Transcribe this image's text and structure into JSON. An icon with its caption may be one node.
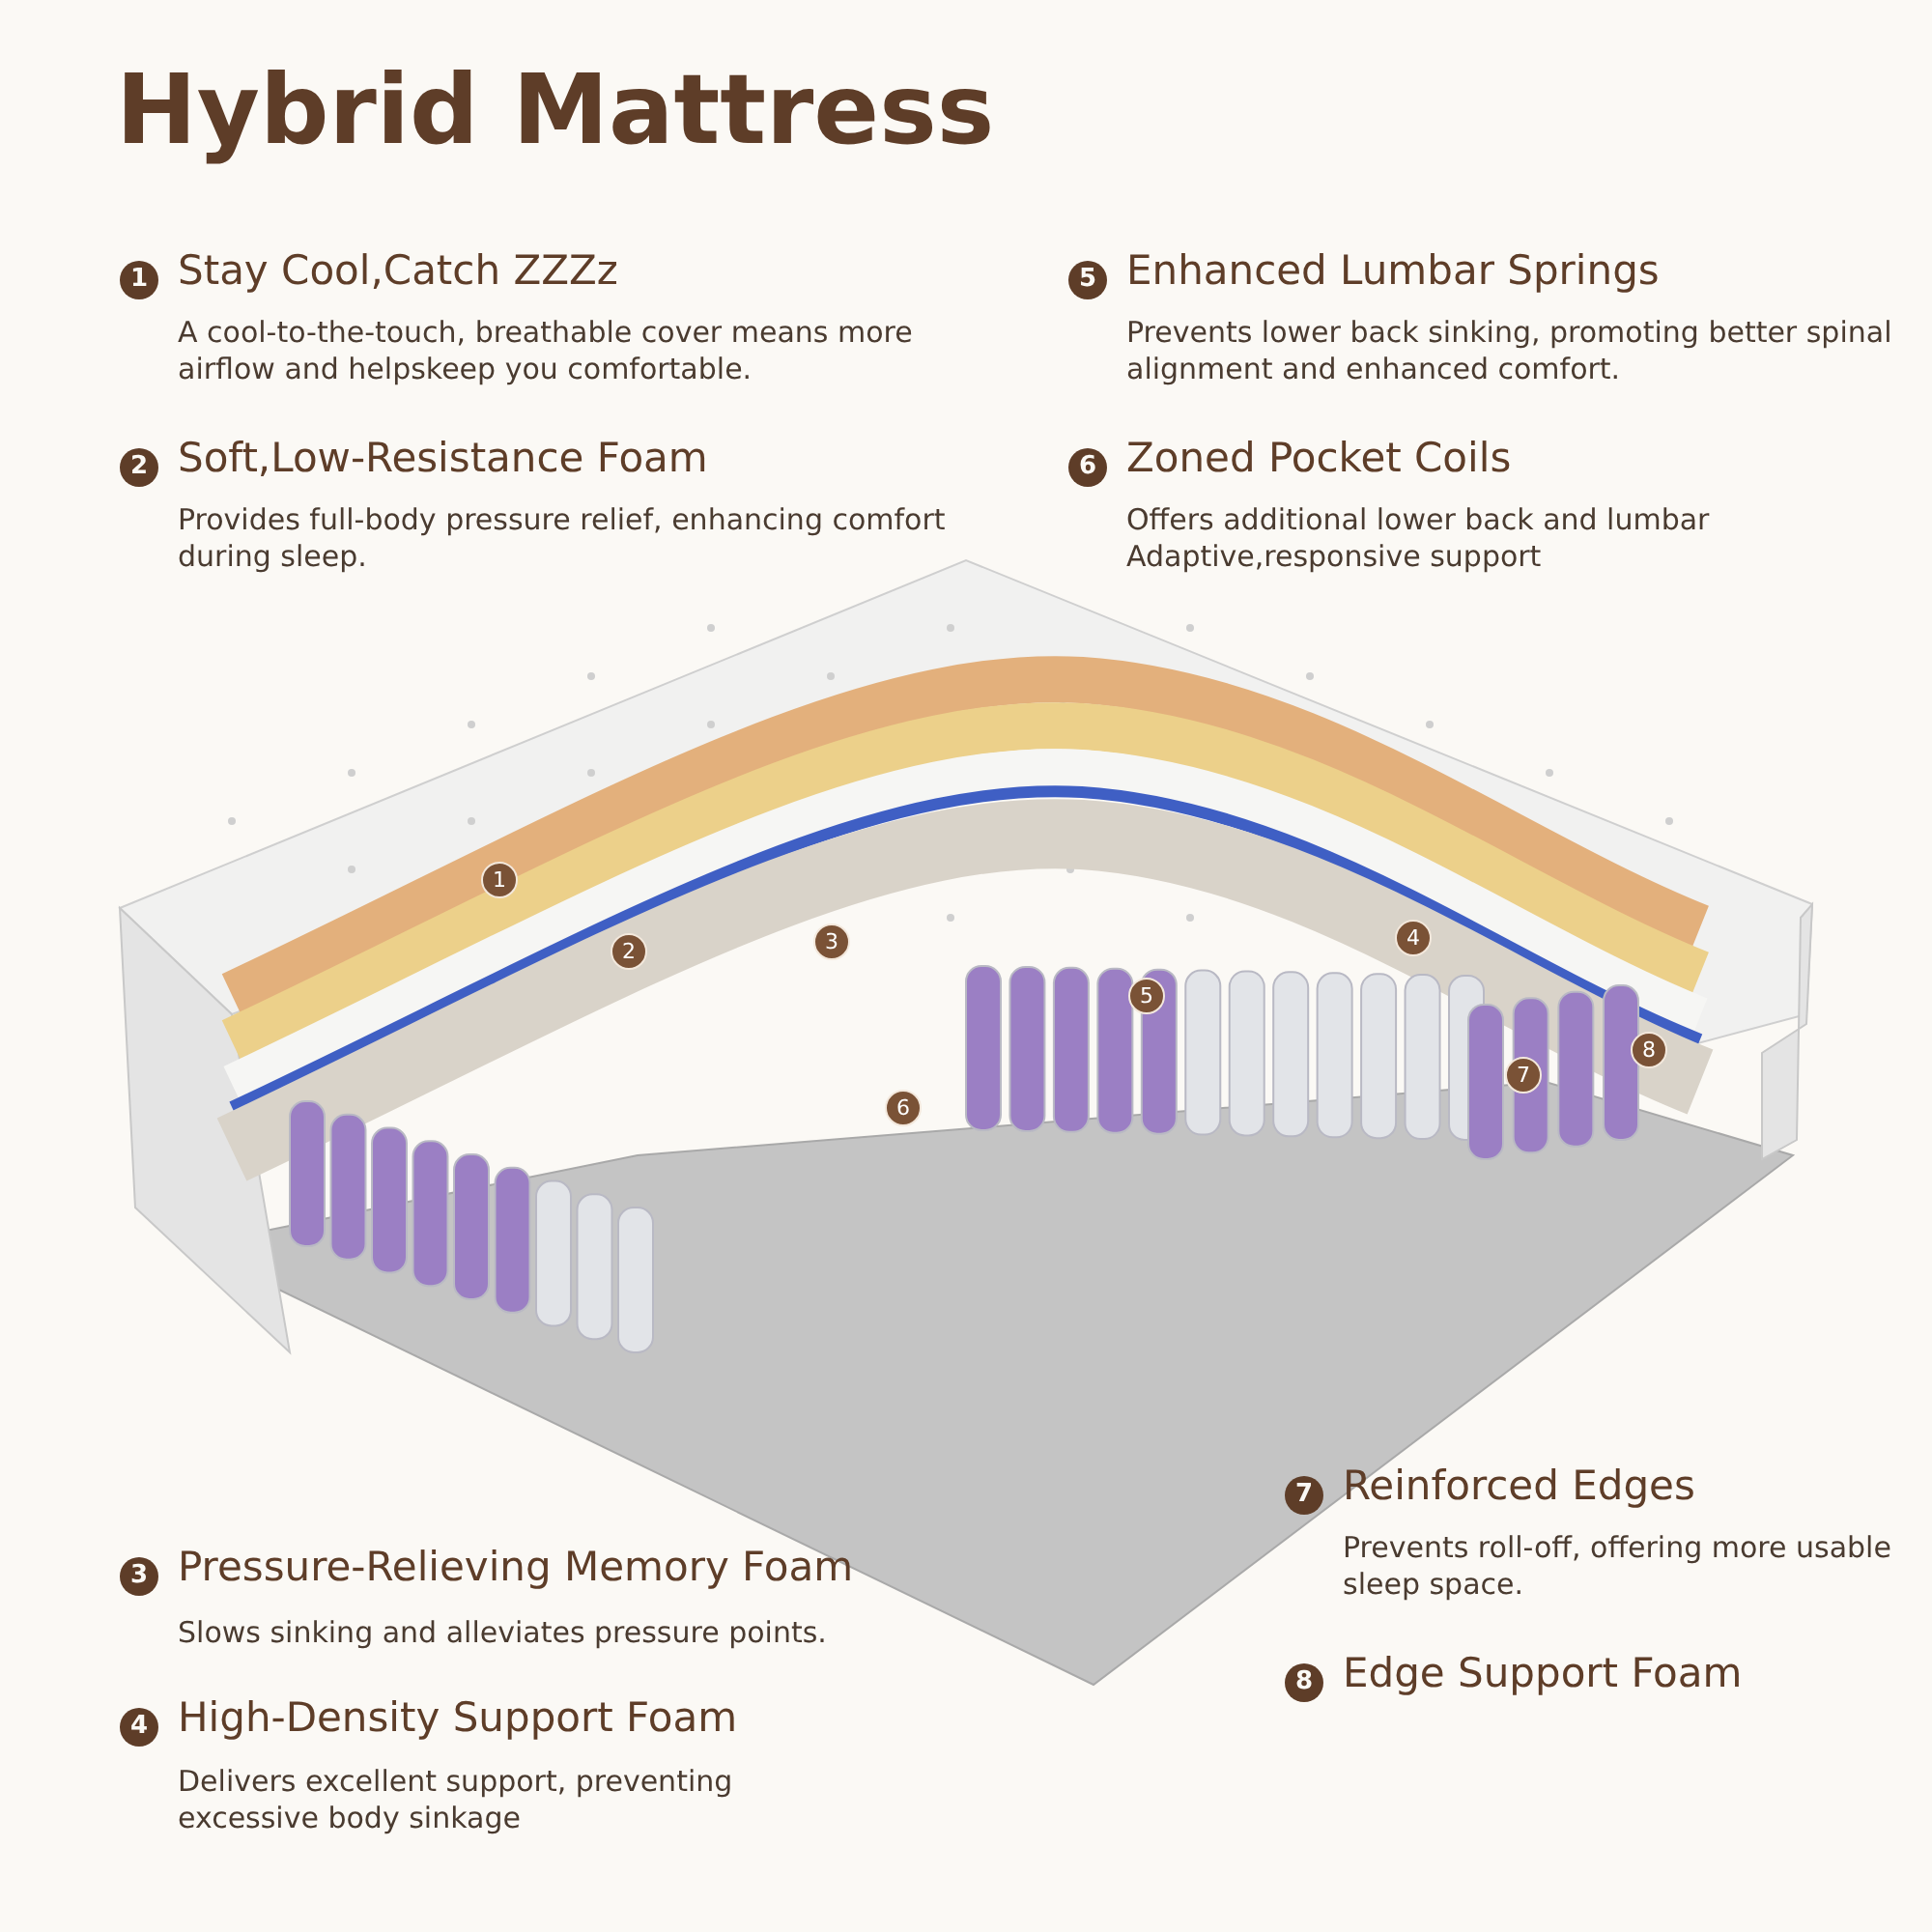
{
  "diagram": {
    "title": "Hybrid Mattress",
    "labels": [
      "1",
      "Stay Cool,Catch ZZZz",
      "A cool-to-the-touch, breathable cover means more airflow and helpskeep you comfortable.",
      "2",
      "Soft,Low-Resistance Foam",
      "Provides full-body pressure relief, enhancing comfort during sleep.",
      "5",
      "Enhanced Lumbar Springs",
      "Prevents lower back sinking, promoting better spinal alignment and enhanced comfort.",
      "6",
      "Zoned Pocket Coils",
      "Offers additional lower back and lumbar Adaptive,responsive support",
      "1",
      "2",
      "3",
      "4",
      "5",
      "6",
      "7",
      "8",
      "7",
      "Reinforced Edges",
      "Prevents roll-off, offering more usable sleep space.",
      "8",
      "Edge Support Foam",
      "3",
      "Pressure-Relieving Memory Foam",
      "Slows sinking and alleviates pressure points.",
      "4",
      "High-Density Support Foam",
      "Delivers excellent support, preventing excessive body sinkage"
    ]
  }
}
